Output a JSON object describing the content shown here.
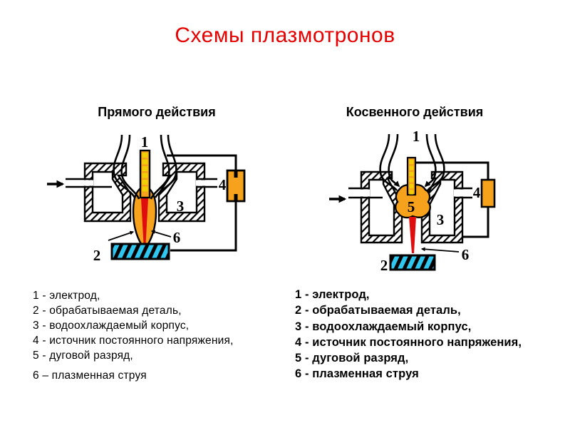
{
  "title": {
    "text": "Схемы плазмотронов",
    "color": "#e60000"
  },
  "colors": {
    "title_red": "#e60000",
    "orange": "#f6a21d",
    "yellow": "#f2ce05",
    "red": "#df0d0d",
    "cyan": "#2fc7f0",
    "black": "#000000",
    "white": "#ffffff"
  },
  "diagrams": [
    {
      "subtitle": "Прямого действия",
      "labels": {
        "electrode": "1",
        "workpiece": "2",
        "body": "3",
        "source": "4",
        "jet": "6"
      }
    },
    {
      "subtitle": "Косвенного действия",
      "labels": {
        "electrode": "1",
        "workpiece": "2",
        "body": "3",
        "source": "4",
        "arc": "5",
        "jet": "6"
      }
    }
  ],
  "legends": [
    {
      "items": [
        "1 - электрод,",
        "2 - обрабатываемая деталь,",
        "3 - водоохлаждаемый корпус,",
        "4 - источник постоянного напряжения,",
        "5 - дуговой разряд,",
        "6 – плазменная струя"
      ]
    },
    {
      "items": [
        "1 - электрод,",
        "2 - обрабатываемая деталь,",
        "3 - водоохлаждаемый корпус,",
        "4 - источник постоянного напряжения,",
        "5 - дуговой разряд,",
        "6 - плазменная струя"
      ]
    }
  ]
}
